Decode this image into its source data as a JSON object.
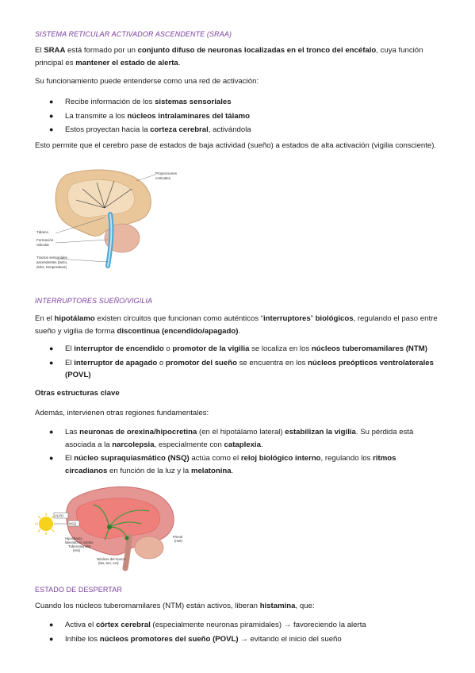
{
  "s1": {
    "heading": "SISTEMA RETICULAR ACTIVADOR ASCENDENTE (SRAA)",
    "p1": [
      {
        "t": "El ",
        "b": false
      },
      {
        "t": "SRAA",
        "b": true
      },
      {
        "t": " está formado por un ",
        "b": false
      },
      {
        "t": "conjunto difuso de neuronas localizadas en el tronco del encéfalo",
        "b": true
      },
      {
        "t": ", cuya función principal es ",
        "b": false
      },
      {
        "t": "mantener el estado de alerta",
        "b": true
      },
      {
        "t": ".",
        "b": false
      }
    ],
    "p2": [
      {
        "t": "Su funcionamiento puede entenderse como una red de activación:",
        "b": false
      }
    ],
    "bullets": [
      [
        {
          "t": "Recibe información de los ",
          "b": false
        },
        {
          "t": "sistemas sensoriales",
          "b": true
        }
      ],
      [
        {
          "t": "La transmite a los ",
          "b": false
        },
        {
          "t": "núcleos intralaminares del tálamo",
          "b": true
        }
      ],
      [
        {
          "t": "Estos proyectan hacia la ",
          "b": false
        },
        {
          "t": "corteza cerebral",
          "b": true
        },
        {
          "t": ", activándola",
          "b": false
        }
      ]
    ],
    "p3": [
      {
        "t": "Esto permite que el cerebro pase de estados de baja actividad (sueño) a estados de alta activación (vigilia consciente).",
        "b": false
      }
    ],
    "fig": {
      "label_top1": "Proyecciones",
      "label_top2": "corticales",
      "label_talamo": "Tálamo",
      "label_form1": "Formación",
      "label_form2": "reticular",
      "label_tract1": "Tractos sensoriales",
      "label_tract2": "ascendentes (tacto,",
      "label_tract3": "dolor, temperatura)"
    }
  },
  "s2": {
    "heading": "INTERRUPTORES SUEÑO/VIGILIA",
    "p1": [
      {
        "t": "En el ",
        "b": false
      },
      {
        "t": "hipotálamo",
        "b": true
      },
      {
        "t": " existen circuitos que funcionan como auténticos “",
        "b": false
      },
      {
        "t": "interruptores",
        "b": true
      },
      {
        "t": "” ",
        "b": false
      },
      {
        "t": "biológicos",
        "b": true
      },
      {
        "t": ", regulando el paso entre sueño y vigilia de forma ",
        "b": false
      },
      {
        "t": "discontinua (encendido/apagado)",
        "b": true
      },
      {
        "t": ".",
        "b": false
      }
    ],
    "bullets": [
      [
        {
          "t": "El ",
          "b": false
        },
        {
          "t": "interruptor de encendido",
          "b": true
        },
        {
          "t": " o ",
          "b": false
        },
        {
          "t": "promotor de la vigilia",
          "b": true
        },
        {
          "t": " se localiza en los ",
          "b": false
        },
        {
          "t": "núcleos tuberomamilares (NTM)",
          "b": true
        }
      ],
      [
        {
          "t": "El ",
          "b": false
        },
        {
          "t": "interruptor de apagado",
          "b": true
        },
        {
          "t": " o ",
          "b": false
        },
        {
          "t": "promotor del sueño",
          "b": true
        },
        {
          "t": " se encuentra en los ",
          "b": false
        },
        {
          "t": "núcleos preópticos ventrolaterales (POVL)",
          "b": true
        }
      ]
    ],
    "subhead": "Otras estructuras clave",
    "p2": [
      {
        "t": "Además, intervienen otras regiones fundamentales:",
        "b": false
      }
    ],
    "bullets2": [
      [
        {
          "t": "Las ",
          "b": false
        },
        {
          "t": "neuronas de orexina/hipocretina",
          "b": true
        },
        {
          "t": " (en el hipotálamo lateral) ",
          "b": false
        },
        {
          "t": "estabilizan la vigilia",
          "b": true
        },
        {
          "t": ". Su pérdida está asociada a la ",
          "b": false
        },
        {
          "t": "narcolepsia",
          "b": true
        },
        {
          "t": ", especialmente con ",
          "b": false
        },
        {
          "t": "cataplexia",
          "b": true
        },
        {
          "t": ".",
          "b": false
        }
      ],
      [
        {
          "t": "El ",
          "b": false
        },
        {
          "t": "núcleo supraquiasmático (NSQ)",
          "b": true
        },
        {
          "t": " actúa como el ",
          "b": false
        },
        {
          "t": "reloj biológico interno",
          "b": true
        },
        {
          "t": ", regulando los ",
          "b": false
        },
        {
          "t": "ritmos circadianos",
          "b": true
        },
        {
          "t": " en función de la luz y la ",
          "b": false
        },
        {
          "t": "melatonina",
          "b": true
        },
        {
          "t": ".",
          "b": false
        }
      ]
    ],
    "fig": {
      "label_vlpo": "VLPO",
      "label_nsq": "NSQ",
      "label_hipo1": "Hipotálamo",
      "label_hipo2": "lateral(Orx) núcleo",
      "label_hipo3": "Tuberomamilar",
      "label_hipo4": "(His)",
      "label_pineal1": "Pineal",
      "label_pineal2": "(mel)",
      "label_tronco1": "Núcleos del tronco",
      "label_tronco2": "(Na, Ser, Act)"
    }
  },
  "s3": {
    "heading": "ESTADO DE DESPERTAR",
    "p1": [
      {
        "t": "Cuando los ",
        "b": false
      },
      {
        "t": "núcleos tuberomamilares (NTM)",
        "b": false
      },
      {
        "t": " están activos, liberan ",
        "b": false
      },
      {
        "t": "histamina",
        "b": true
      },
      {
        "t": ", que:",
        "b": false
      }
    ],
    "bullets": [
      [
        {
          "t": "Activa el ",
          "b": false
        },
        {
          "t": "córtex cerebral",
          "b": true
        },
        {
          "t": " (especialmente neuronas piramidales) → favoreciendo la alerta",
          "b": false
        }
      ],
      [
        {
          "t": "Inhibe los ",
          "b": false
        },
        {
          "t": "núcleos promotores del sueño (POVL)",
          "b": true
        },
        {
          "t": " → evitando el inicio del sueño",
          "b": false
        }
      ]
    ]
  },
  "colors": {
    "heading": "#7a3e9d",
    "text": "#1b1b1b",
    "brain1": "#e9c79b",
    "brain2": "#e59592",
    "pathway": "#4aa8d8",
    "green": "#3a9a3a",
    "sun": "#f6d21a"
  }
}
